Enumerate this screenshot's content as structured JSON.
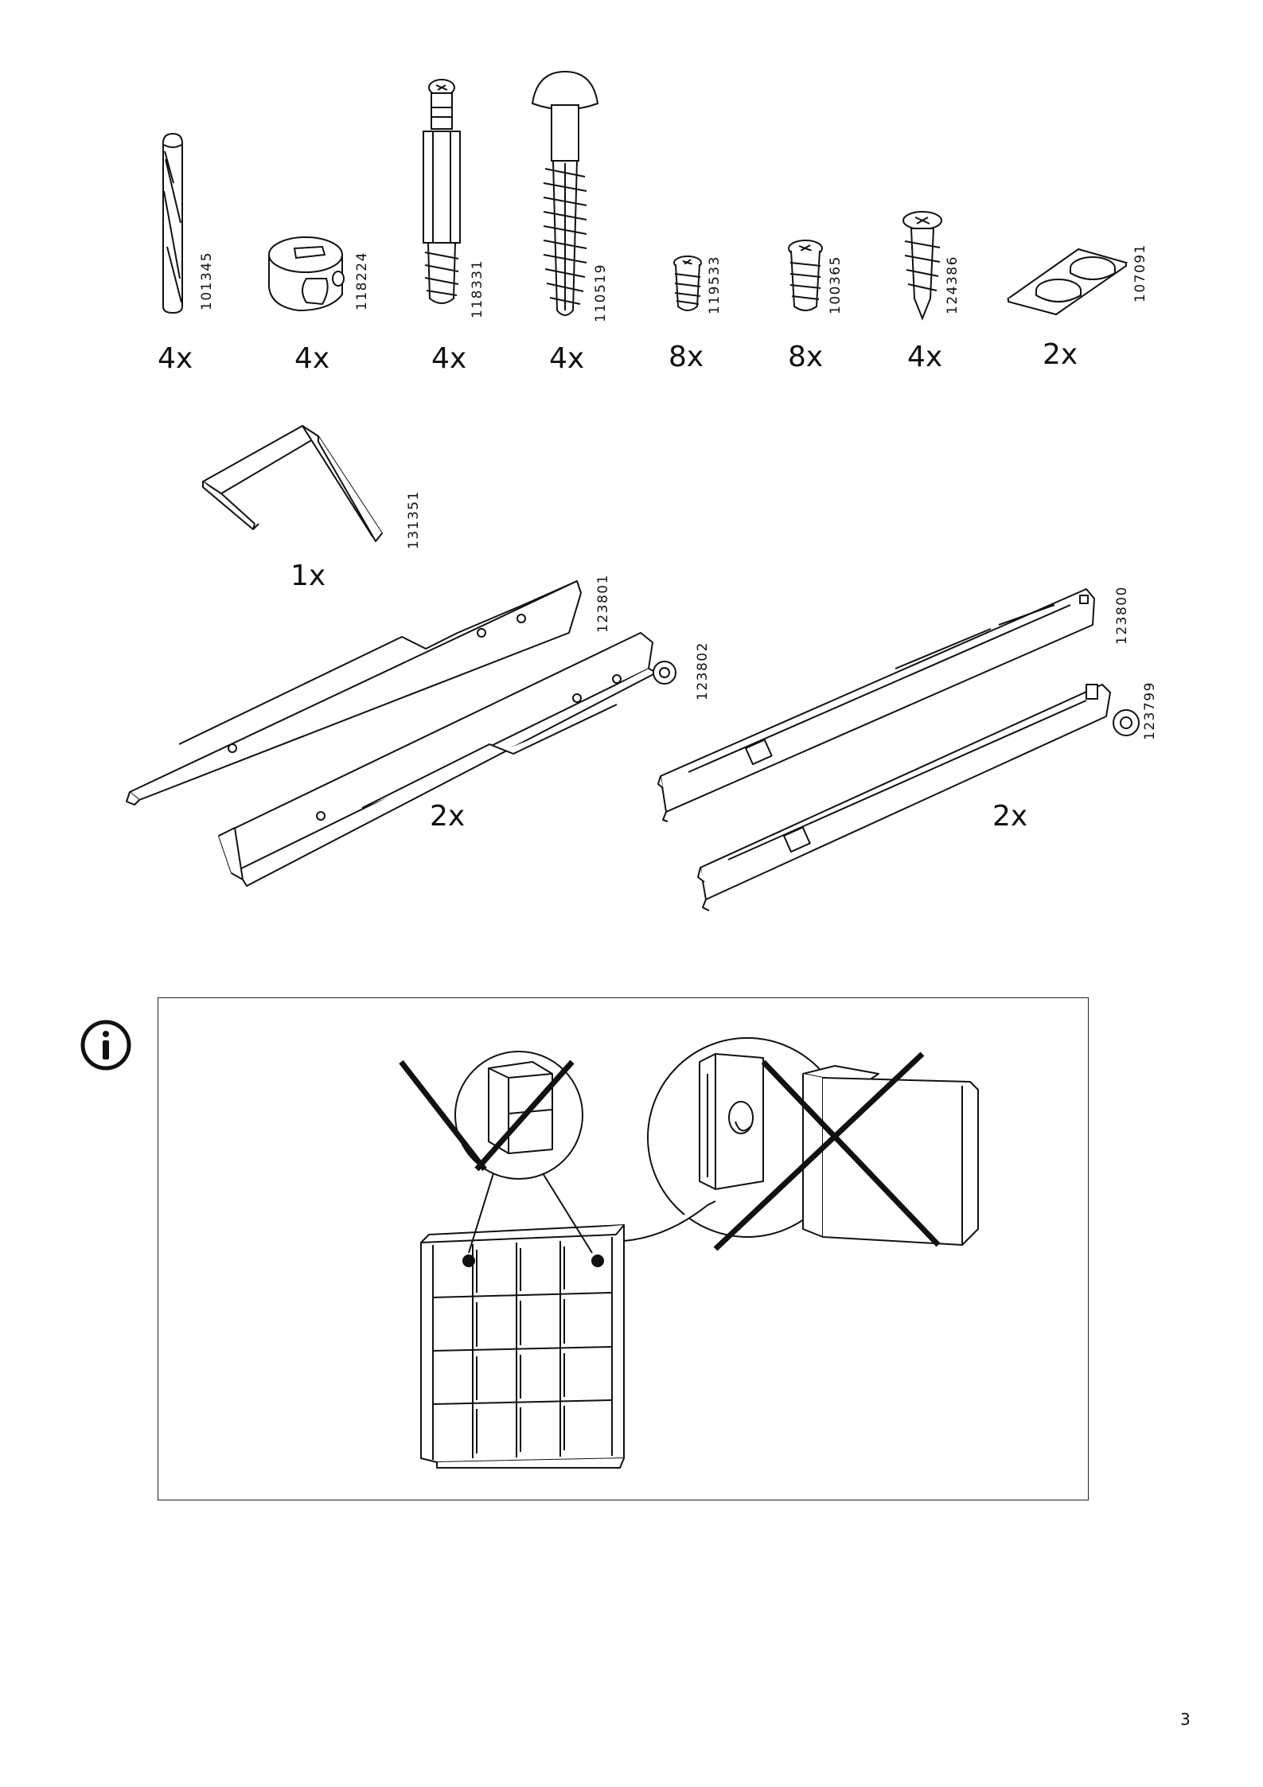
{
  "page": {
    "number": "3"
  },
  "parts": [
    {
      "code": "101345",
      "quantity": "4x",
      "kind": "wooden-dowel"
    },
    {
      "code": "118224",
      "quantity": "4x",
      "kind": "cam-lock"
    },
    {
      "code": "118331",
      "quantity": "4x",
      "kind": "cam-bolt"
    },
    {
      "code": "110519",
      "quantity": "4x",
      "kind": "expansion-plug"
    },
    {
      "code": "119533",
      "quantity": "8x",
      "kind": "euro-screw-short"
    },
    {
      "code": "100365",
      "quantity": "8x",
      "kind": "euro-screw"
    },
    {
      "code": "124386",
      "quantity": "4x",
      "kind": "wood-screw"
    },
    {
      "code": "107091",
      "quantity": "2x",
      "kind": "felt-pads"
    },
    {
      "code": "131351",
      "quantity": "1x",
      "kind": "bracket"
    }
  ],
  "rail_sets": [
    {
      "codes": [
        "123801",
        "123802"
      ],
      "quantity": "2x"
    },
    {
      "codes": [
        "123800",
        "123799"
      ],
      "quantity": "2x"
    }
  ],
  "info": {
    "icon": "info-icon",
    "notice": "drawer-insert-not-allowed-in-top-compartments"
  }
}
